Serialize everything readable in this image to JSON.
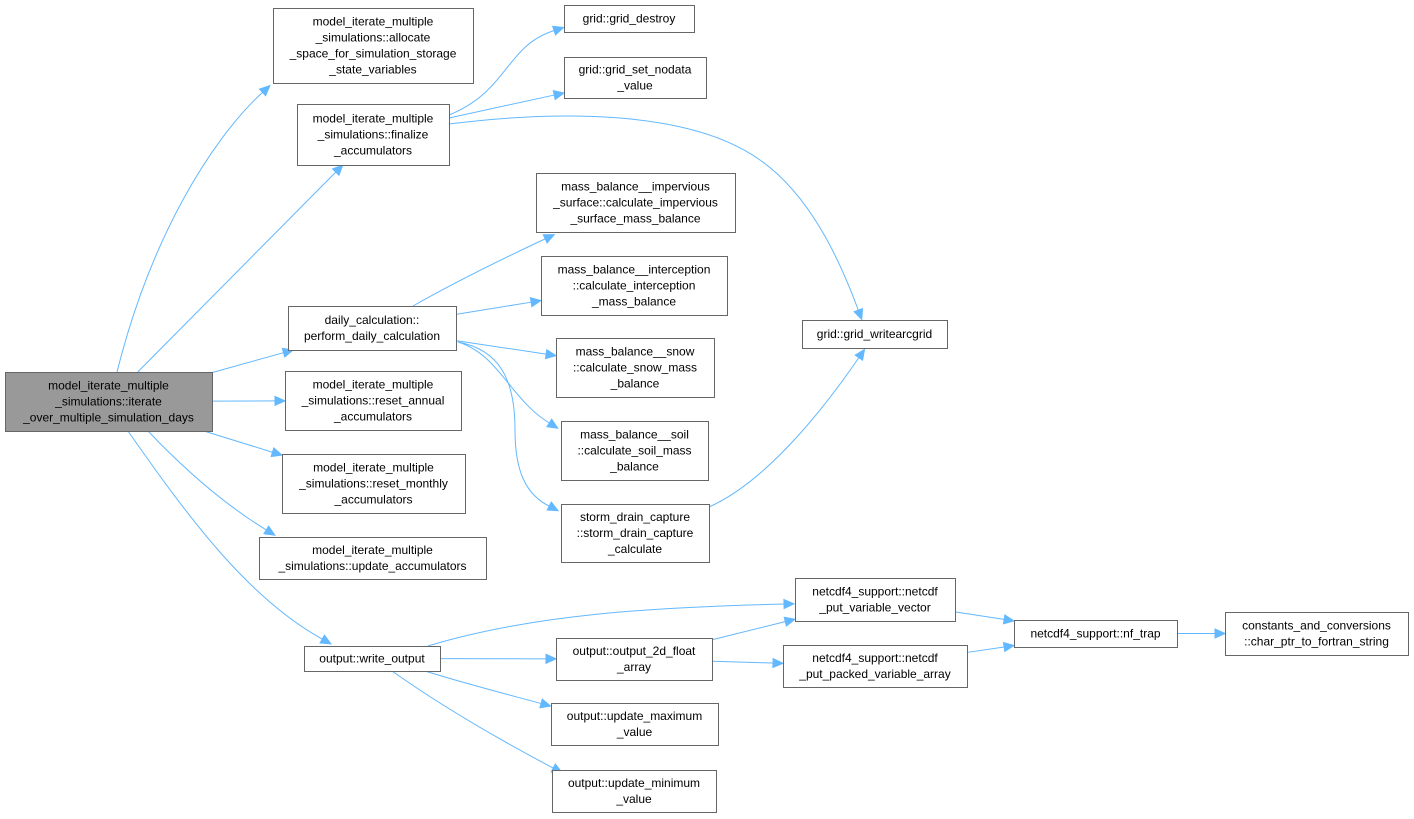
{
  "diagram": {
    "edge_color": "#63b8ff",
    "root_fill": "#999999",
    "node_fill": "#ffffff",
    "node_border": "#666666",
    "nodes": [
      {
        "id": "root",
        "lines": [
          "model_iterate_multiple",
          "_simulations::iterate",
          "_over_multiple_simulation_days"
        ],
        "root": true
      },
      {
        "id": "allocate",
        "lines": [
          "model_iterate_multiple",
          "_simulations::allocate",
          "_space_for_simulation_storage",
          "_state_variables"
        ]
      },
      {
        "id": "finalize",
        "lines": [
          "model_iterate_multiple",
          "_simulations::finalize",
          "_accumulators"
        ]
      },
      {
        "id": "grid_destroy",
        "lines": [
          "grid::grid_destroy"
        ]
      },
      {
        "id": "grid_set_nodata",
        "lines": [
          "grid::grid_set_nodata",
          "_value"
        ]
      },
      {
        "id": "grid_writearcgrid",
        "lines": [
          "grid::grid_writearcgrid"
        ]
      },
      {
        "id": "daily",
        "lines": [
          "daily_calculation::",
          "perform_daily_calculation"
        ]
      },
      {
        "id": "impervious",
        "lines": [
          "mass_balance__impervious",
          "_surface::calculate_impervious",
          "_surface_mass_balance"
        ]
      },
      {
        "id": "interception",
        "lines": [
          "mass_balance__interception",
          "::calculate_interception",
          "_mass_balance"
        ]
      },
      {
        "id": "snow",
        "lines": [
          "mass_balance__snow",
          "::calculate_snow_mass",
          "_balance"
        ]
      },
      {
        "id": "soil",
        "lines": [
          "mass_balance__soil",
          "::calculate_soil_mass",
          "_balance"
        ]
      },
      {
        "id": "storm",
        "lines": [
          "storm_drain_capture",
          "::storm_drain_capture",
          "_calculate"
        ]
      },
      {
        "id": "reset_annual",
        "lines": [
          "model_iterate_multiple",
          "_simulations::reset_annual",
          "_accumulators"
        ]
      },
      {
        "id": "reset_monthly",
        "lines": [
          "model_iterate_multiple",
          "_simulations::reset_monthly",
          "_accumulators"
        ]
      },
      {
        "id": "update_accum",
        "lines": [
          "model_iterate_multiple",
          "_simulations::update_accumulators"
        ]
      },
      {
        "id": "write_output",
        "lines": [
          "output::write_output"
        ]
      },
      {
        "id": "output_2d",
        "lines": [
          "output::output_2d_float",
          "_array"
        ]
      },
      {
        "id": "update_max",
        "lines": [
          "output::update_maximum",
          "_value"
        ]
      },
      {
        "id": "update_min",
        "lines": [
          "output::update_minimum",
          "_value"
        ]
      },
      {
        "id": "put_var_vec",
        "lines": [
          "netcdf4_support::netcdf",
          "_put_variable_vector"
        ]
      },
      {
        "id": "put_packed",
        "lines": [
          "netcdf4_support::netcdf",
          "_put_packed_variable_array"
        ]
      },
      {
        "id": "nf_trap",
        "lines": [
          "netcdf4_support::nf_trap"
        ]
      },
      {
        "id": "char_ptr",
        "lines": [
          "constants_and_conversions",
          "::char_ptr_to_fortran_string"
        ]
      }
    ],
    "edges": [
      [
        "root",
        "allocate"
      ],
      [
        "root",
        "finalize"
      ],
      [
        "root",
        "daily"
      ],
      [
        "root",
        "reset_annual"
      ],
      [
        "root",
        "reset_monthly"
      ],
      [
        "root",
        "update_accum"
      ],
      [
        "root",
        "write_output"
      ],
      [
        "finalize",
        "grid_destroy"
      ],
      [
        "finalize",
        "grid_set_nodata"
      ],
      [
        "finalize",
        "grid_writearcgrid"
      ],
      [
        "daily",
        "impervious"
      ],
      [
        "daily",
        "interception"
      ],
      [
        "daily",
        "snow"
      ],
      [
        "daily",
        "soil"
      ],
      [
        "daily",
        "storm"
      ],
      [
        "storm",
        "grid_writearcgrid"
      ],
      [
        "write_output",
        "put_var_vec"
      ],
      [
        "write_output",
        "output_2d"
      ],
      [
        "write_output",
        "update_max"
      ],
      [
        "write_output",
        "update_min"
      ],
      [
        "output_2d",
        "put_var_vec"
      ],
      [
        "output_2d",
        "put_packed"
      ],
      [
        "put_var_vec",
        "nf_trap"
      ],
      [
        "put_packed",
        "nf_trap"
      ],
      [
        "nf_trap",
        "char_ptr"
      ]
    ]
  }
}
